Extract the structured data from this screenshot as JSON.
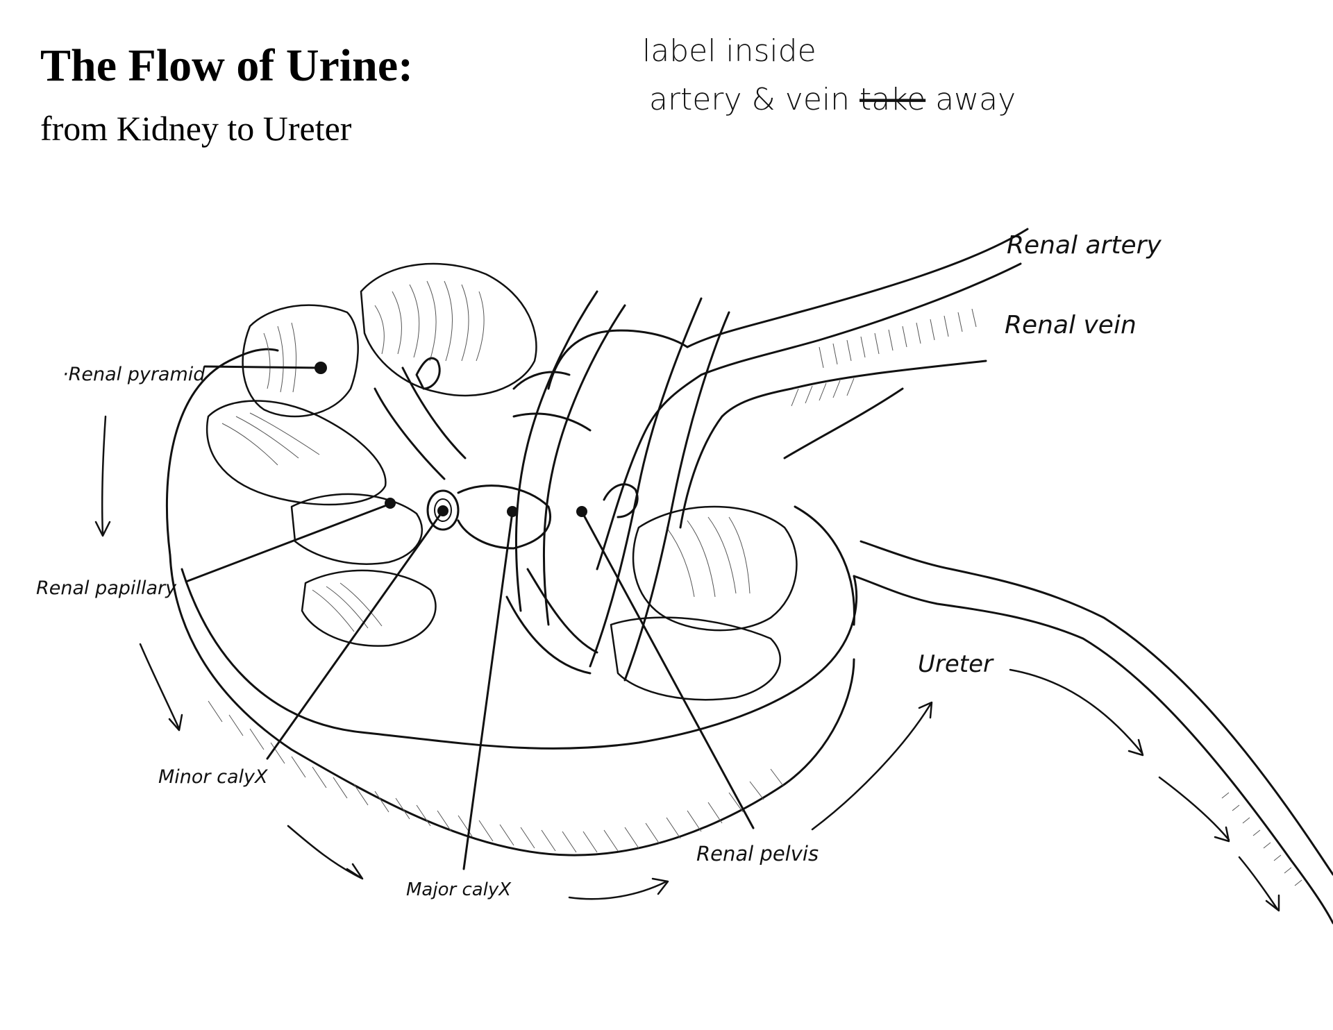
{
  "header": {
    "title": "The Flow of Urine:",
    "subtitle": "from Kidney to Ureter"
  },
  "notes": {
    "line1": "label inside",
    "line2_part1": "artery & vein ",
    "line2_struck": "take",
    "line2_part2": " away"
  },
  "labels": {
    "renal_pyramid": "·Renal pyramid",
    "renal_papillary": "Renal papillary",
    "minor_calyx": "Minor calyX",
    "major_calyx": "Major calyX",
    "renal_pelvis": "Renal pelvis",
    "ureter": "Ureter",
    "renal_artery": "Renal artery",
    "renal_vein": "Renal vein"
  },
  "colors": {
    "ink": "#111111",
    "background": "#ffffff"
  }
}
